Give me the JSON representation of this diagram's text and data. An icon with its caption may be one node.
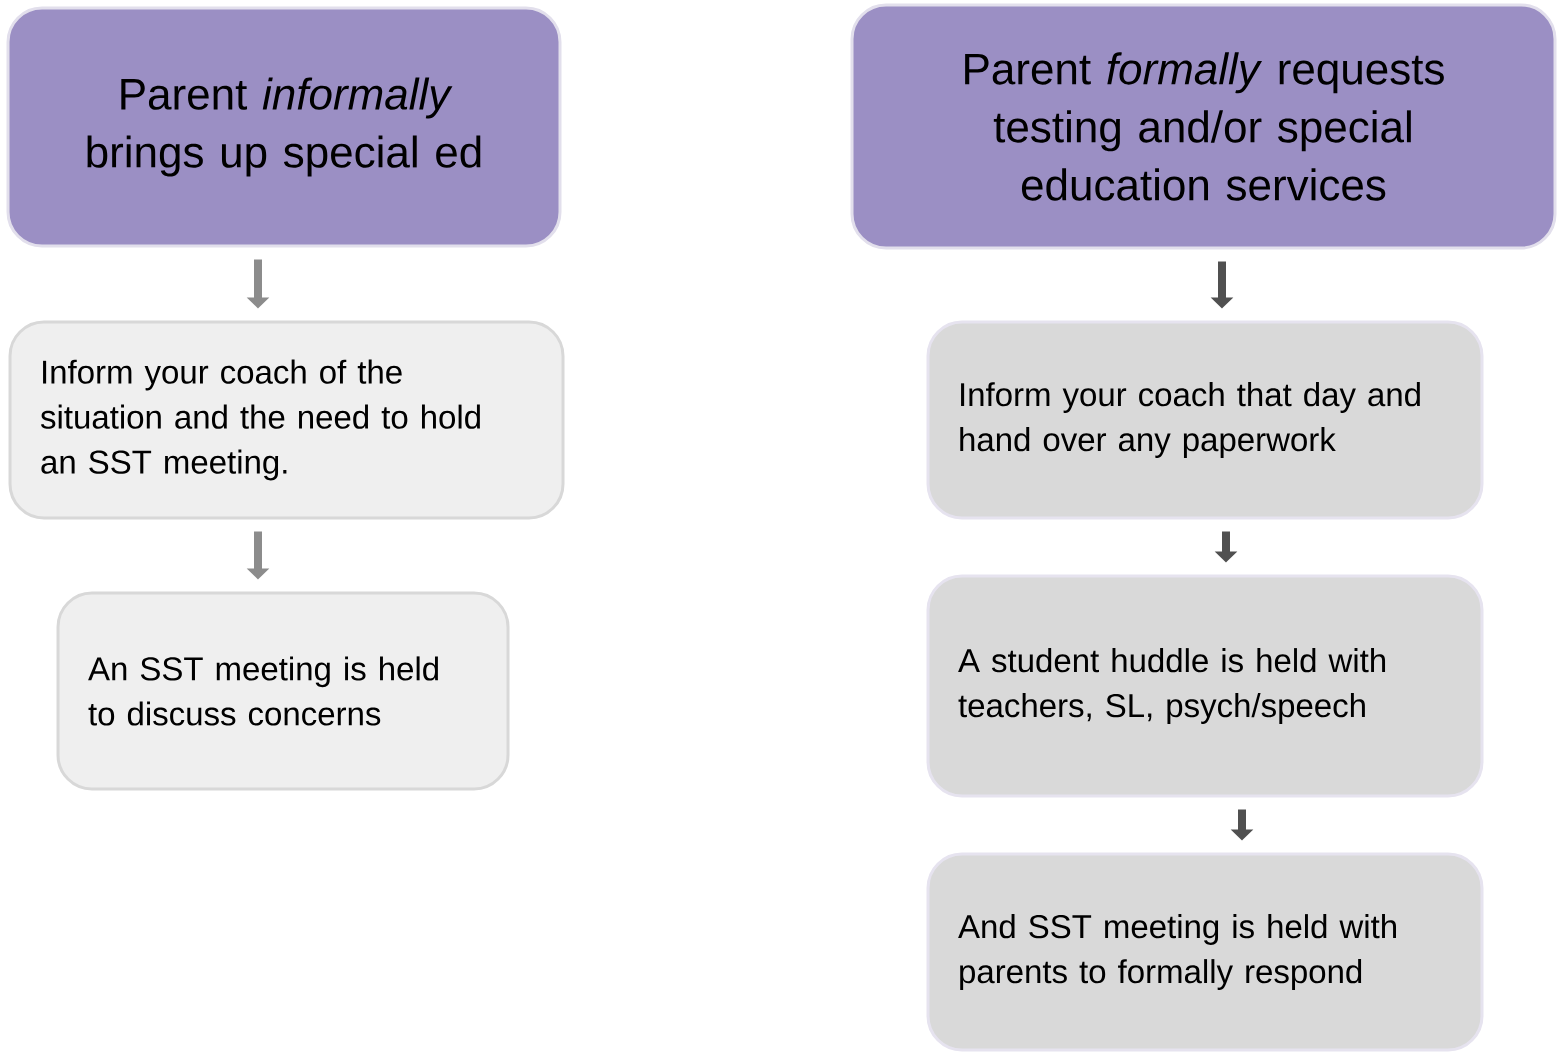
{
  "diagram": {
    "nodes": [
      {
        "text": [
          "Parent *informally* brings up special ed"
        ]
      },
      {
        "text": [
          "Inform your coach of the situation and the need to hold an SST meeting."
        ]
      },
      {
        "text": [
          "An SST meeting is held to discuss concerns"
        ]
      },
      {
        "text": [
          "Parent *formally* requests testing and/or special education services"
        ]
      },
      {
        "text": [
          "Inform your coach that day and hand over any paperwork"
        ]
      },
      {
        "text": [
          "A student huddle is held with teachers, SL, psych/speech"
        ]
      },
      {
        "text": [
          "And SST meeting is held with parents to formally respond"
        ]
      }
    ],
    "edges": [
      {
        "from": 0,
        "to": 1,
        "arrow": "to",
        "color": "#8c8c8c"
      },
      {
        "from": 1,
        "to": 2,
        "arrow": "to",
        "color": "#8c8c8c"
      },
      {
        "from": 3,
        "to": 4,
        "arrow": "to"
      },
      {
        "from": 4,
        "to": 5,
        "arrow": "to"
      },
      {
        "from": 5,
        "to": 6,
        "arrow": "to"
      }
    ]
  }
}
